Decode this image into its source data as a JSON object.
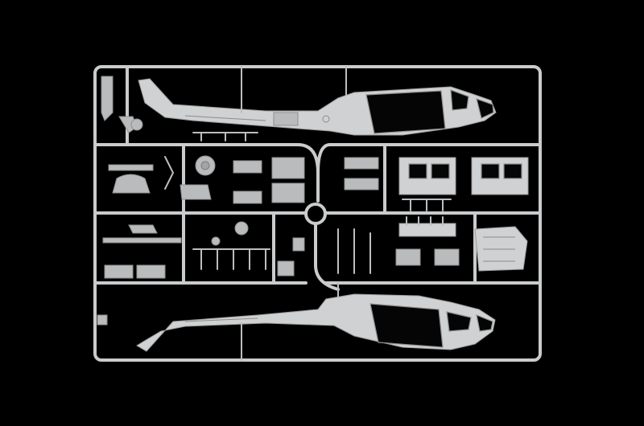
{
  "colors": {
    "background": "#000000",
    "plastic": "#c9cbcc",
    "plastic_shadow": "#8e9091"
  },
  "scene": {
    "subject": "helicopter-model-kit-sprue",
    "parts": [
      "fuselage-half-top",
      "fuselage-half-bottom",
      "door-panels",
      "seats",
      "rotor-hub",
      "landing-skids",
      "small-detail-parts"
    ]
  }
}
